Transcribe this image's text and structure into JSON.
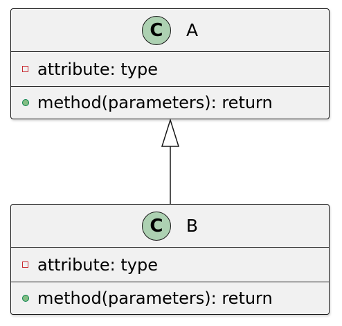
{
  "classes": [
    {
      "stereotype_letter": "C",
      "name": "A",
      "attribute": "attribute: type",
      "method": "method(parameters): return"
    },
    {
      "stereotype_letter": "C",
      "name": "B",
      "attribute": "attribute: type",
      "method": "method(parameters): return"
    }
  ],
  "relationship": {
    "type": "inheritance",
    "from": "B",
    "to": "A"
  },
  "colors": {
    "class_fill": "#f1f1f1",
    "border": "#181818",
    "stereotype_circle": "#add1b2",
    "private_marker": "#c82930",
    "public_marker": "#84be84"
  }
}
